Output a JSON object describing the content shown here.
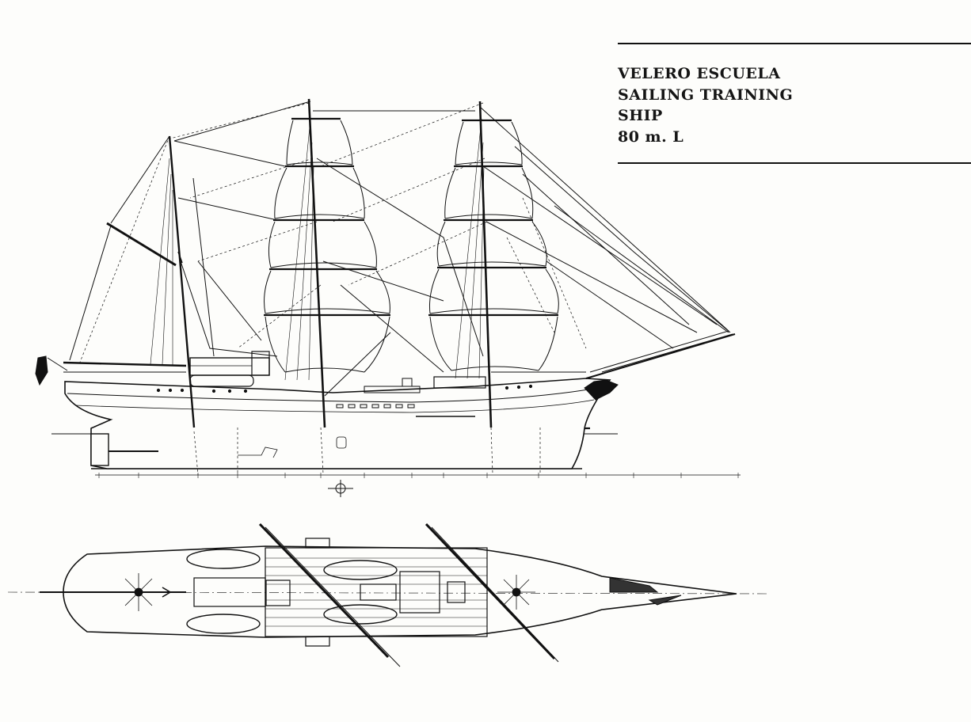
{
  "title_block": {
    "lines": [
      "VELERO ESCUELA",
      "SAILING TRAINING",
      "SHIP",
      "80 m. L"
    ]
  },
  "colors": {
    "ink": "#111111",
    "paper": "#fdfdfb"
  },
  "drawings": {
    "profile_view": "ship-side-elevation",
    "plan_view": "ship-deck-plan"
  }
}
